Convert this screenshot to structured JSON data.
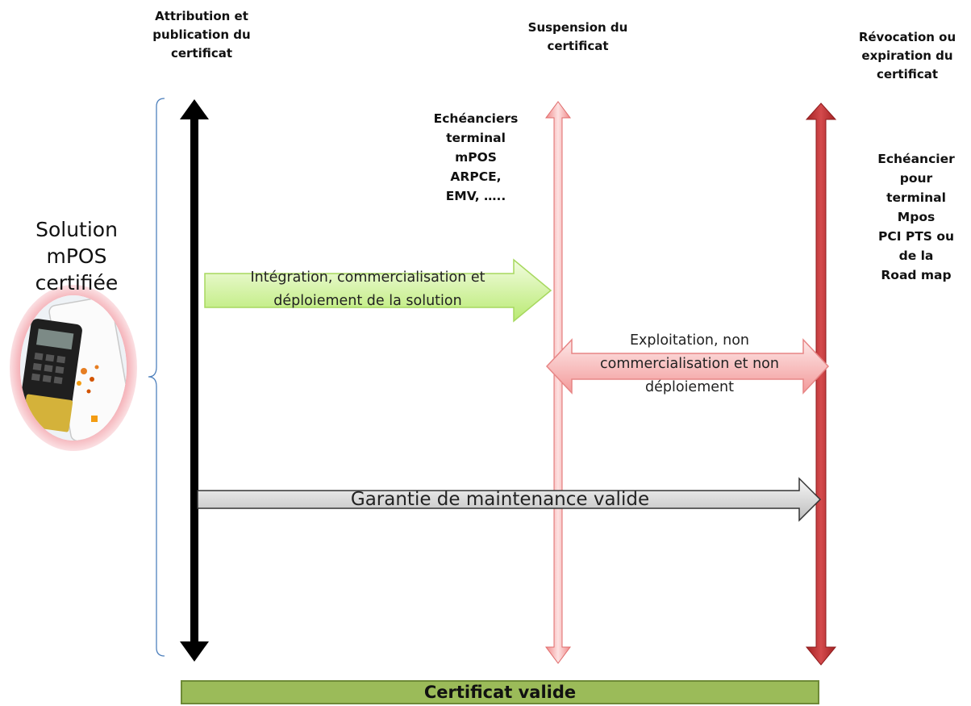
{
  "milestones": {
    "attribution": "Attribution et\npublication du\ncertificat",
    "suspension": "Suspension  du\ncertificat",
    "revocation": "Révocation ou\nexpiration   du\ncertificat"
  },
  "schedules": {
    "mpos_schedule": "Echéanciers\nterminal\nmPOS\nARPCE,\nEMV, …..",
    "pts_schedule": "Echéancier\npour\nterminal\nMpos\nPCI PTS ou\nde la\nRoad map"
  },
  "solution": {
    "title": "Solution\nmPOS\ncertifiée"
  },
  "phases": {
    "integration": "Intégration, commercialisation et\ndéploiement de la solution",
    "exploitation": "Exploitation, non\ncommercialisation et non\ndéploiement",
    "maintenance": "Garantie de maintenance valide"
  },
  "footer": {
    "label": "Certificat valide"
  },
  "colors": {
    "black_arrow": "#000000",
    "light_red_arrow": "#f4a7a7",
    "dark_red_arrow": "#c0393b",
    "green_arrow": "#d6f5a8",
    "pink_arrow": "#f9c4c4",
    "grey_arrow": "#d9d9d9",
    "footer_bar": "#9bbb59",
    "brace": "#4f81bd"
  }
}
